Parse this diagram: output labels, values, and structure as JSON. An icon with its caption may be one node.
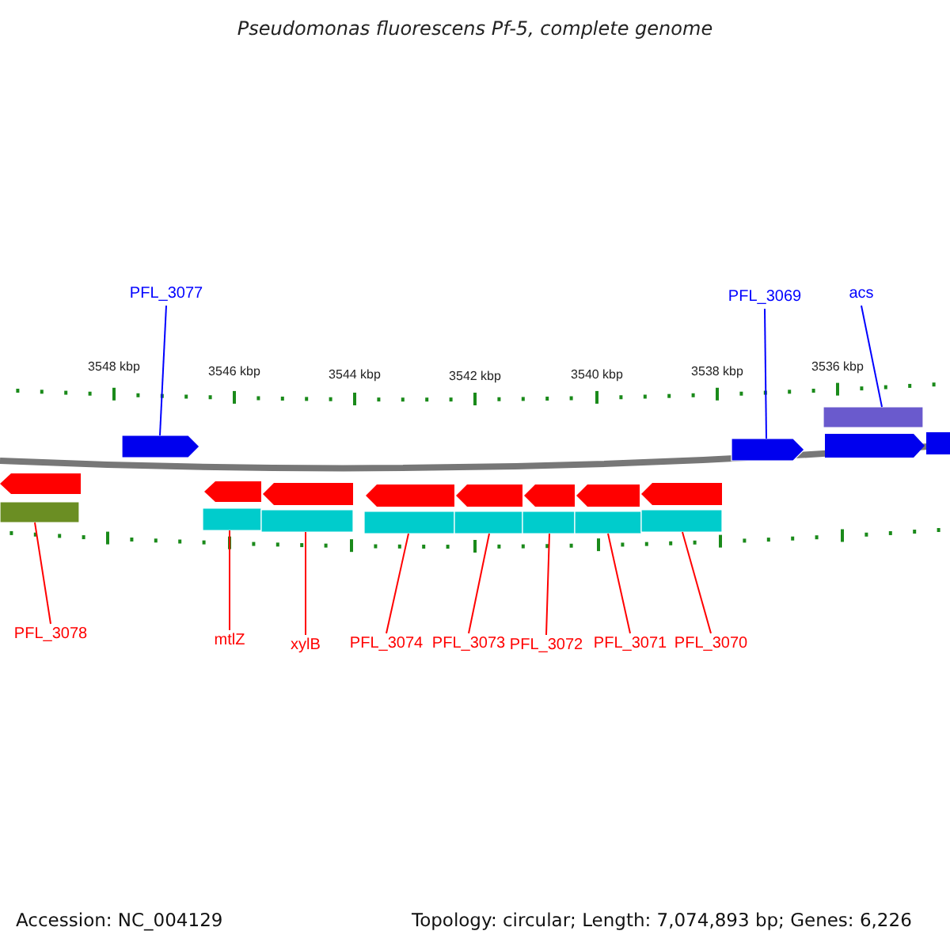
{
  "diagram": {
    "title": "Pseudomonas fluorescens Pf-5, complete genome",
    "nodes": [
      {
        "text": [
          "PFL_3077"
        ]
      },
      {
        "text": [
          "PFL_3069"
        ]
      },
      {
        "text": [
          "acs"
        ]
      },
      {
        "text": [
          "PFL_3078"
        ]
      },
      {
        "text": [
          "mtlZ"
        ]
      },
      {
        "text": [
          "xylB"
        ]
      },
      {
        "text": [
          "PFL_3074"
        ]
      },
      {
        "text": [
          "PFL_3073"
        ]
      },
      {
        "text": [
          "PFL_3072"
        ]
      },
      {
        "text": [
          "PFL_3071"
        ]
      },
      {
        "text": [
          "PFL_3070"
        ]
      },
      {
        "text": [],
        "shape": "arrow"
      },
      {
        "text": [],
        "shape": "arrow"
      },
      {
        "text": [],
        "shape": "bar"
      },
      {
        "text": [],
        "shape": "bar"
      },
      {
        "text": [],
        "shape": "bar"
      },
      {
        "text": [],
        "shape": "bar"
      },
      {
        "text": [],
        "shape": "bar"
      },
      {
        "text": [],
        "shape": "bar"
      },
      {
        "text": [],
        "shape": "bar"
      },
      {
        "text": [],
        "shape": "bar"
      },
      {
        "text": [],
        "shape": "bar"
      }
    ],
    "edges": [
      {
        "from": 0,
        "to": 11,
        "arrow": "none",
        "color": "#0000ff"
      },
      {
        "from": 1,
        "to": 12,
        "arrow": "none",
        "color": "#0000ff"
      },
      {
        "from": 2,
        "to": 13,
        "arrow": "none",
        "color": "#0000ff"
      },
      {
        "from": 3,
        "to": 14,
        "arrow": "none"
      },
      {
        "from": 4,
        "to": 15,
        "arrow": "none"
      },
      {
        "from": 5,
        "to": 16,
        "arrow": "none"
      },
      {
        "from": 6,
        "to": 17,
        "arrow": "none"
      },
      {
        "from": 7,
        "to": 18,
        "arrow": "none"
      },
      {
        "from": 8,
        "to": 19,
        "arrow": "none"
      },
      {
        "from": 9,
        "to": 20,
        "arrow": "none"
      },
      {
        "from": 10,
        "to": 21,
        "arrow": "none"
      }
    ],
    "labels": [
      "3548 kbp",
      "3546 kbp",
      "3544 kbp",
      "3542 kbp",
      "3540 kbp",
      "3538 kbp",
      "3536 kbp",
      "Accession: NC_004129",
      "Topology: circular; Length: 7,074,893 bp; Genes: 6,226"
    ]
  }
}
